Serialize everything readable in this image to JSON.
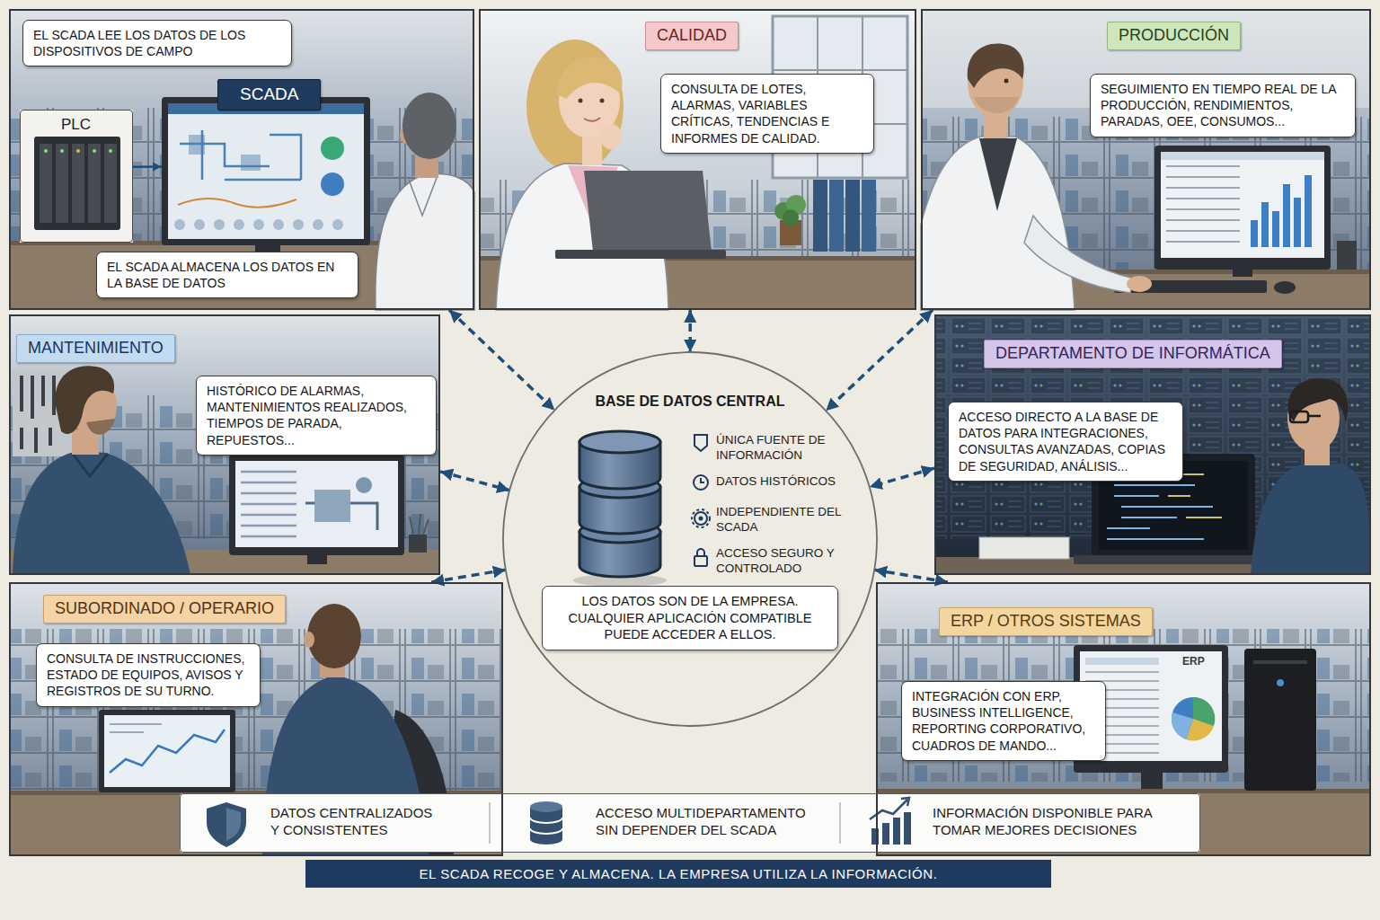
{
  "diagram": {
    "caption": "EL SCADA RECOGE Y ALMACENA. LA EMPRESA UTILIZA LA INFORMACIÓN.",
    "nodes": [
      {
        "text": [
          "EL SCADA LEE LOS DATOS DE LOS DISPOSITIVOS DE CAMPO",
          "EL SCADA ALMACENA LOS DATOS EN LA BASE DE DATOS"
        ]
      },
      {
        "text": [
          "PLC"
        ],
        "in": 0
      },
      {
        "text": [
          "SCADA"
        ],
        "in": 0
      },
      {
        "text": [
          "CALIDAD",
          "CONSULTA DE LOTES, ALARMAS, VARIABLES CRÍTICAS, TENDENCIAS E INFORMES DE CALIDAD."
        ]
      },
      {
        "text": [
          "PRODUCCIÓN",
          "SEGUIMIENTO EN TIEMPO REAL DE LA PRODUCCIÓN, RENDIMIENTOS, PARADAS, OEE, CONSUMOS..."
        ]
      },
      {
        "text": [
          "MANTENIMIENTO",
          "HISTÓRICO DE ALARMAS, MANTENIMIENTOS REALIZADOS, TIEMPOS DE PARADA, REPUESTOS..."
        ]
      },
      {
        "text": [
          "BASE DE DATOS CENTRAL",
          "ÚNICA FUENTE DE INFORMACIÓN",
          "DATOS HISTÓRICOS",
          "INDEPENDIENTE DEL SCADA",
          "ACCESO SEGURO Y CONTROLADO"
        ]
      },
      {
        "text": [
          "LOS DATOS SON DE LA EMPRESA. CUALQUIER APLICACIÓN COMPATIBLE PUEDE ACCEDER A ELLOS."
        ],
        "in": 6
      },
      {
        "text": [
          "DEPARTAMENTO DE INFORMÁTICA",
          "ACCESO DIRECTO A LA BASE DE DATOS PARA INTEGRACIONES, CONSULTAS AVANZADAS, COPIAS DE SEGURIDAD, ANÁLISIS..."
        ]
      },
      {
        "text": [
          "SUBORDINADO / OPERARIO",
          "CONSULTA DE INSTRUCCIONES, ESTADO DE EQUIPOS, AVISOS Y REGISTROS DE SU TURNO."
        ]
      },
      {
        "text": [
          "ERP / OTROS SISTEMAS",
          "INTEGRACIÓN CON ERP, BUSINESS INTELLIGENCE, REPORTING CORPORATIVO, CUADROS DE MANDO..."
        ]
      },
      {
        "text": [
          "DATOS CENTRALIZADOS Y CONSISTENTES",
          "ACCESO MULTIDEPARTAMENTO SIN DEPENDER DEL SCADA",
          "INFORMACIÓN DISPONIBLE PARA TOMAR MEJORES DECISIONES"
        ]
      }
    ],
    "edges": [
      {
        "from": 1,
        "to": 2,
        "arrow": "to"
      },
      {
        "from": 0,
        "to": 6,
        "arrow": "both"
      },
      {
        "from": 3,
        "to": 6,
        "arrow": "both"
      },
      {
        "from": 4,
        "to": 6,
        "arrow": "both"
      },
      {
        "from": 5,
        "to": 6,
        "arrow": "both"
      },
      {
        "from": 8,
        "to": 6,
        "arrow": "both"
      },
      {
        "from": 9,
        "to": 6,
        "arrow": "both"
      },
      {
        "from": 10,
        "to": 6,
        "arrow": "both"
      }
    ],
    "labels": [
      "ERP"
    ]
  }
}
